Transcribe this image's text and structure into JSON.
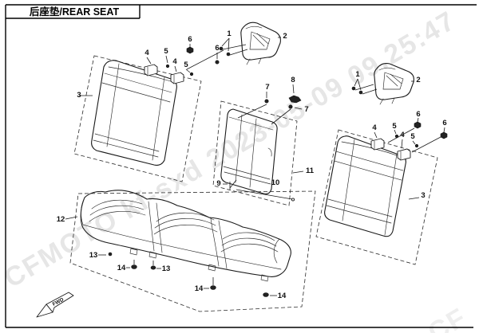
{
  "header": {
    "title": "后座垫/REAR SEAT"
  },
  "watermark": {
    "text": "CFMOTO kf-sxd 2023-05-09 09.25:47",
    "fragment": "CF",
    "color": "#e6e6e6"
  },
  "fwd": {
    "label": "FWD"
  },
  "parts": {
    "p1": "1",
    "p2": "2",
    "p3": "3",
    "p4": "4",
    "p5": "5",
    "p6": "6",
    "p7": "7",
    "p8": "8",
    "p9": "9",
    "p10": "10",
    "p11": "11",
    "p12": "12",
    "p13": "13",
    "p14": "14"
  },
  "icons": {
    "screw": "screw-icon",
    "nut": "nut-icon",
    "bolt": "bolt-icon",
    "guide_sleeve": "guide-sleeve-icon",
    "latch": "latch-icon",
    "rod": "rod-icon",
    "pin": "pin-icon",
    "fwd_arrow": "fwd-arrow-icon"
  },
  "colors": {
    "line": "#1a1a1a",
    "border": "#000000",
    "watermark": "#e6e6e6"
  }
}
